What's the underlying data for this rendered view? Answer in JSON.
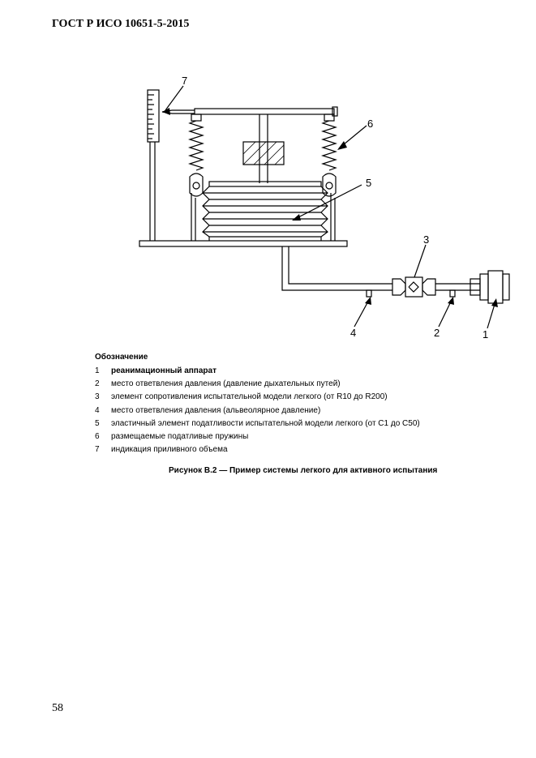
{
  "header": {
    "standard": "ГОСТ Р ИСО 10651-5-2015"
  },
  "figure": {
    "callouts": [
      "1",
      "2",
      "3",
      "4",
      "5",
      "6",
      "7"
    ]
  },
  "legend": {
    "title": "Обозначение",
    "items": [
      {
        "num": "1",
        "text": "реанимационный аппарат"
      },
      {
        "num": "2",
        "text": "место ответвления давления (давление дыхательных путей)"
      },
      {
        "num": "3",
        "text": "элемент сопротивления испытательной модели легкого (от R10 до R200)"
      },
      {
        "num": "4",
        "text": "место ответвления давления (альвеолярное давление)"
      },
      {
        "num": "5",
        "text": "эластичный элемент податливости испытательной модели легкого (от С1 до С50)"
      },
      {
        "num": "6",
        "text": "размещаемые податливые пружины"
      },
      {
        "num": "7",
        "text": "индикация приливного объема"
      }
    ]
  },
  "caption": "Рисунок В.2 — Пример системы легкого для активного испытания",
  "page_number": "58"
}
